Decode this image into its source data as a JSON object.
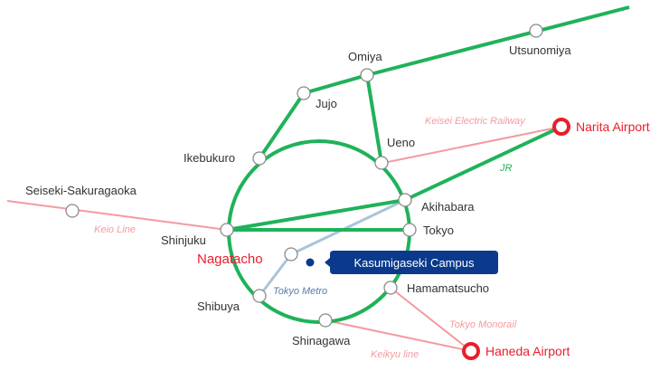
{
  "colors": {
    "jr": "#1fb25a",
    "pink": "#f39b9f",
    "metro": "#a9c4dc",
    "red": "#ea1d2c",
    "navy": "#0b3a8c",
    "station_text": "#333333",
    "metro_text": "#5a7ca8"
  },
  "stations": {
    "utsunomiya": "Utsunomiya",
    "omiya": "Omiya",
    "jujo": "Jujo",
    "ikebukuro": "Ikebukuro",
    "ueno": "Ueno",
    "seiseki": "Seiseki-Sakuragaoka",
    "akihabara": "Akihabara",
    "shinjuku": "Shinjuku",
    "tokyo": "Tokyo",
    "nagatacho": "Nagatacho",
    "shibuya": "Shibuya",
    "hamamatsucho": "Hamamatsucho",
    "shinagawa": "Shinagawa"
  },
  "lines": {
    "keisei": "Keisei Electric Railway",
    "jr": "JR",
    "keio": "Keio Line",
    "metro": "Tokyo Metro",
    "monorail": "Tokyo Monorail",
    "keikyu": "Keikyu line"
  },
  "airports": {
    "narita": "Narita Airport",
    "haneda": "Haneda Airport"
  },
  "campus": {
    "label": "Kasumigaseki Campus"
  }
}
